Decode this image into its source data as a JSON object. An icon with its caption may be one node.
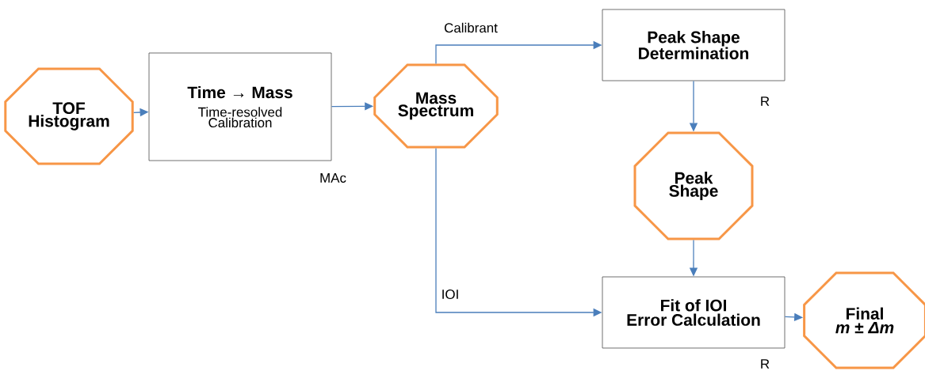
{
  "diagram": {
    "nodes": [
      {
        "text": [
          "TOF Histogram"
        ]
      },
      {
        "text": [
          "Time → Mass",
          "Time-resolved Calibration"
        ],
        "beside": [
          "MAc"
        ]
      },
      {
        "text": [
          "Mass Spectrum"
        ]
      },
      {
        "text": [
          "Peak Shape Determination"
        ],
        "beside": [
          "R"
        ]
      },
      {
        "text": [
          "Peak Shape"
        ]
      },
      {
        "text": [
          "Fit of IOI",
          "Error Calculation"
        ],
        "beside": [
          "R"
        ]
      },
      {
        "text": [
          "Final",
          "*m* ± *Δm*"
        ]
      }
    ],
    "edges": [
      {
        "from": 0,
        "to": 1,
        "arrow": "to"
      },
      {
        "from": 1,
        "to": 2,
        "arrow": "to"
      },
      {
        "from": 2,
        "to": 3,
        "arrow": "to",
        "label": "Calibrant"
      },
      {
        "from": 3,
        "to": 4,
        "arrow": "to"
      },
      {
        "from": 4,
        "to": 5,
        "arrow": "to"
      },
      {
        "from": 2,
        "to": 5,
        "arrow": "to",
        "label": "IOI"
      },
      {
        "from": 5,
        "to": 6,
        "arrow": "to"
      }
    ]
  }
}
